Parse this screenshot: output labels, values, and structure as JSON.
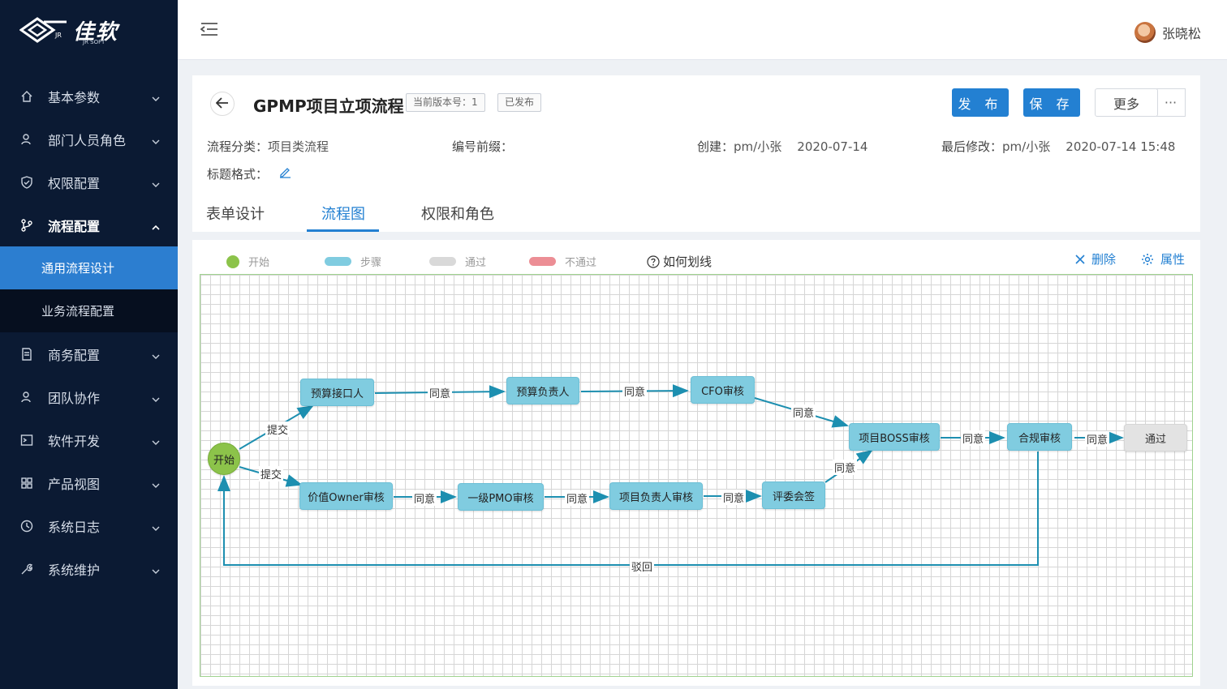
{
  "brand": {
    "name": "佳软",
    "sub": "JR SOFT",
    "mark": "JR"
  },
  "sidebar": {
    "items": [
      {
        "label": "基本参数",
        "icon": "home-icon"
      },
      {
        "label": "部门人员角色",
        "icon": "users-icon"
      },
      {
        "label": "权限配置",
        "icon": "shield-icon"
      },
      {
        "label": "流程配置",
        "icon": "branch-icon"
      },
      {
        "label": "商务配置",
        "icon": "document-icon"
      },
      {
        "label": "团队协作",
        "icon": "team-icon"
      },
      {
        "label": "软件开发",
        "icon": "terminal-icon"
      },
      {
        "label": "产品视图",
        "icon": "grid-icon"
      },
      {
        "label": "系统日志",
        "icon": "clock-icon"
      },
      {
        "label": "系统维护",
        "icon": "wrench-icon"
      }
    ],
    "submenu": [
      {
        "label": "通用流程设计",
        "active": true
      },
      {
        "label": "业务流程配置",
        "active": false
      }
    ]
  },
  "topbar": {
    "user_name": "张晓松"
  },
  "header": {
    "title": "GPMP项目立项流程",
    "version_tag": "当前版本号：1",
    "status_tag": "已发布",
    "publish_label": "发 布",
    "save_label": "保 存",
    "more_label": "更多",
    "more_dots": "···",
    "category_key": "流程分类：",
    "category_value": "项目类流程",
    "prefix_key": "编号前缀：",
    "created_key": "创建：",
    "created_value": "pm/小张    2020-07-14",
    "modified_key": "最后修改：",
    "modified_value": "pm/小张    2020-07-14 15:48",
    "title_format_key": "标题格式："
  },
  "tabs": [
    {
      "label": "表单设计",
      "active": false
    },
    {
      "label": "流程图",
      "active": true
    },
    {
      "label": "权限和角色",
      "active": false
    }
  ],
  "legend": {
    "start": "开始",
    "step": "步骤",
    "pass": "通过",
    "fail": "不通过",
    "howto": "如何划线",
    "delete": "删除",
    "props": "属性",
    "colors": {
      "start": "#8cc34a",
      "step": "#80cce0",
      "pass": "#d9d9d9",
      "fail": "#ec8e95"
    }
  },
  "flow": {
    "nodes": {
      "start": "开始",
      "budget_intake": "预算接口人",
      "budget_owner": "预算负责人",
      "cfo": "CFO审核",
      "boss": "项目BOSS审核",
      "compliance": "合规审核",
      "pass": "通过",
      "value_owner": "价值Owner审核",
      "pmo": "一级PMO审核",
      "project_lead": "项目负责人审核",
      "committee": "评委会签"
    },
    "edge_labels": {
      "submit_top": "提交",
      "submit_bottom": "提交",
      "agree": "同意",
      "reject": "驳回"
    }
  }
}
